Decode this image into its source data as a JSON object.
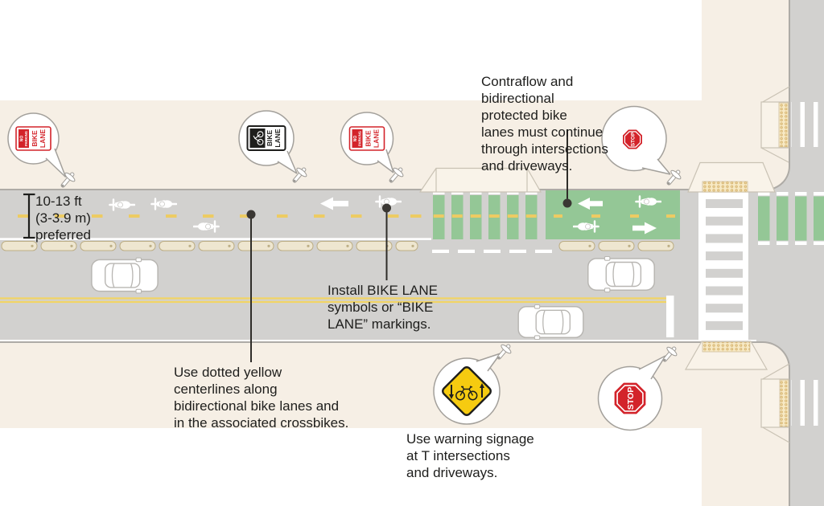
{
  "diagram": {
    "type": "street-design-diagram",
    "topic": "Contraflow and bidirectional protected bike lane at intersections and driveways"
  },
  "palette": {
    "sidewalk": "#f6efe5",
    "road": "#d2d1cf",
    "curb": "#aeaba6",
    "bike_lane_green": "#94c796",
    "centerline_yellow": "#edcb63",
    "double_yellow": "#f1d466",
    "parking_stop_tan": "#eee6d0",
    "tactile_paving": "#f7e9c4",
    "sign_red": "#d3232a",
    "warning_yellow": "#f6cb10",
    "ink": "#1e1e1c"
  },
  "callouts": {
    "lane_width": {
      "lines": [
        "10-13 ft",
        "(3-3.9 m)",
        "preferred"
      ]
    },
    "install_symbols": {
      "lines": [
        "Install BIKE LANE",
        "symbols or “BIKE",
        "LANE” markings."
      ]
    },
    "dotted_centerlines": {
      "lines": [
        "Use dotted yellow",
        "centerlines along",
        "bidirectional bike lanes and",
        "in the associated crossbikes."
      ]
    },
    "contraflow": {
      "lines": [
        "Contraflow and",
        "bidirectional",
        "protected bike",
        "lanes must continue",
        "through intersections",
        "and driveways."
      ]
    },
    "warning_signage": {
      "lines": [
        "Use warning signage",
        "at T intersections",
        "and driveways."
      ]
    }
  },
  "signs": {
    "stop": "STOP",
    "no_parking_bike_lane": {
      "header_line1": "NO",
      "header_line2": "PARKING",
      "line1": "BIKE",
      "line2": "LANE"
    },
    "bike_lane": {
      "line1": "BIKE",
      "line2": "LANE"
    }
  },
  "icons": [
    "stop-sign-icon",
    "no-parking-bike-lane-sign-icon",
    "bike-lane-sign-icon",
    "warning-bike-diamond-sign-icon",
    "signpost-icon",
    "cyclist-icon",
    "car-icon",
    "arrow-icon"
  ]
}
